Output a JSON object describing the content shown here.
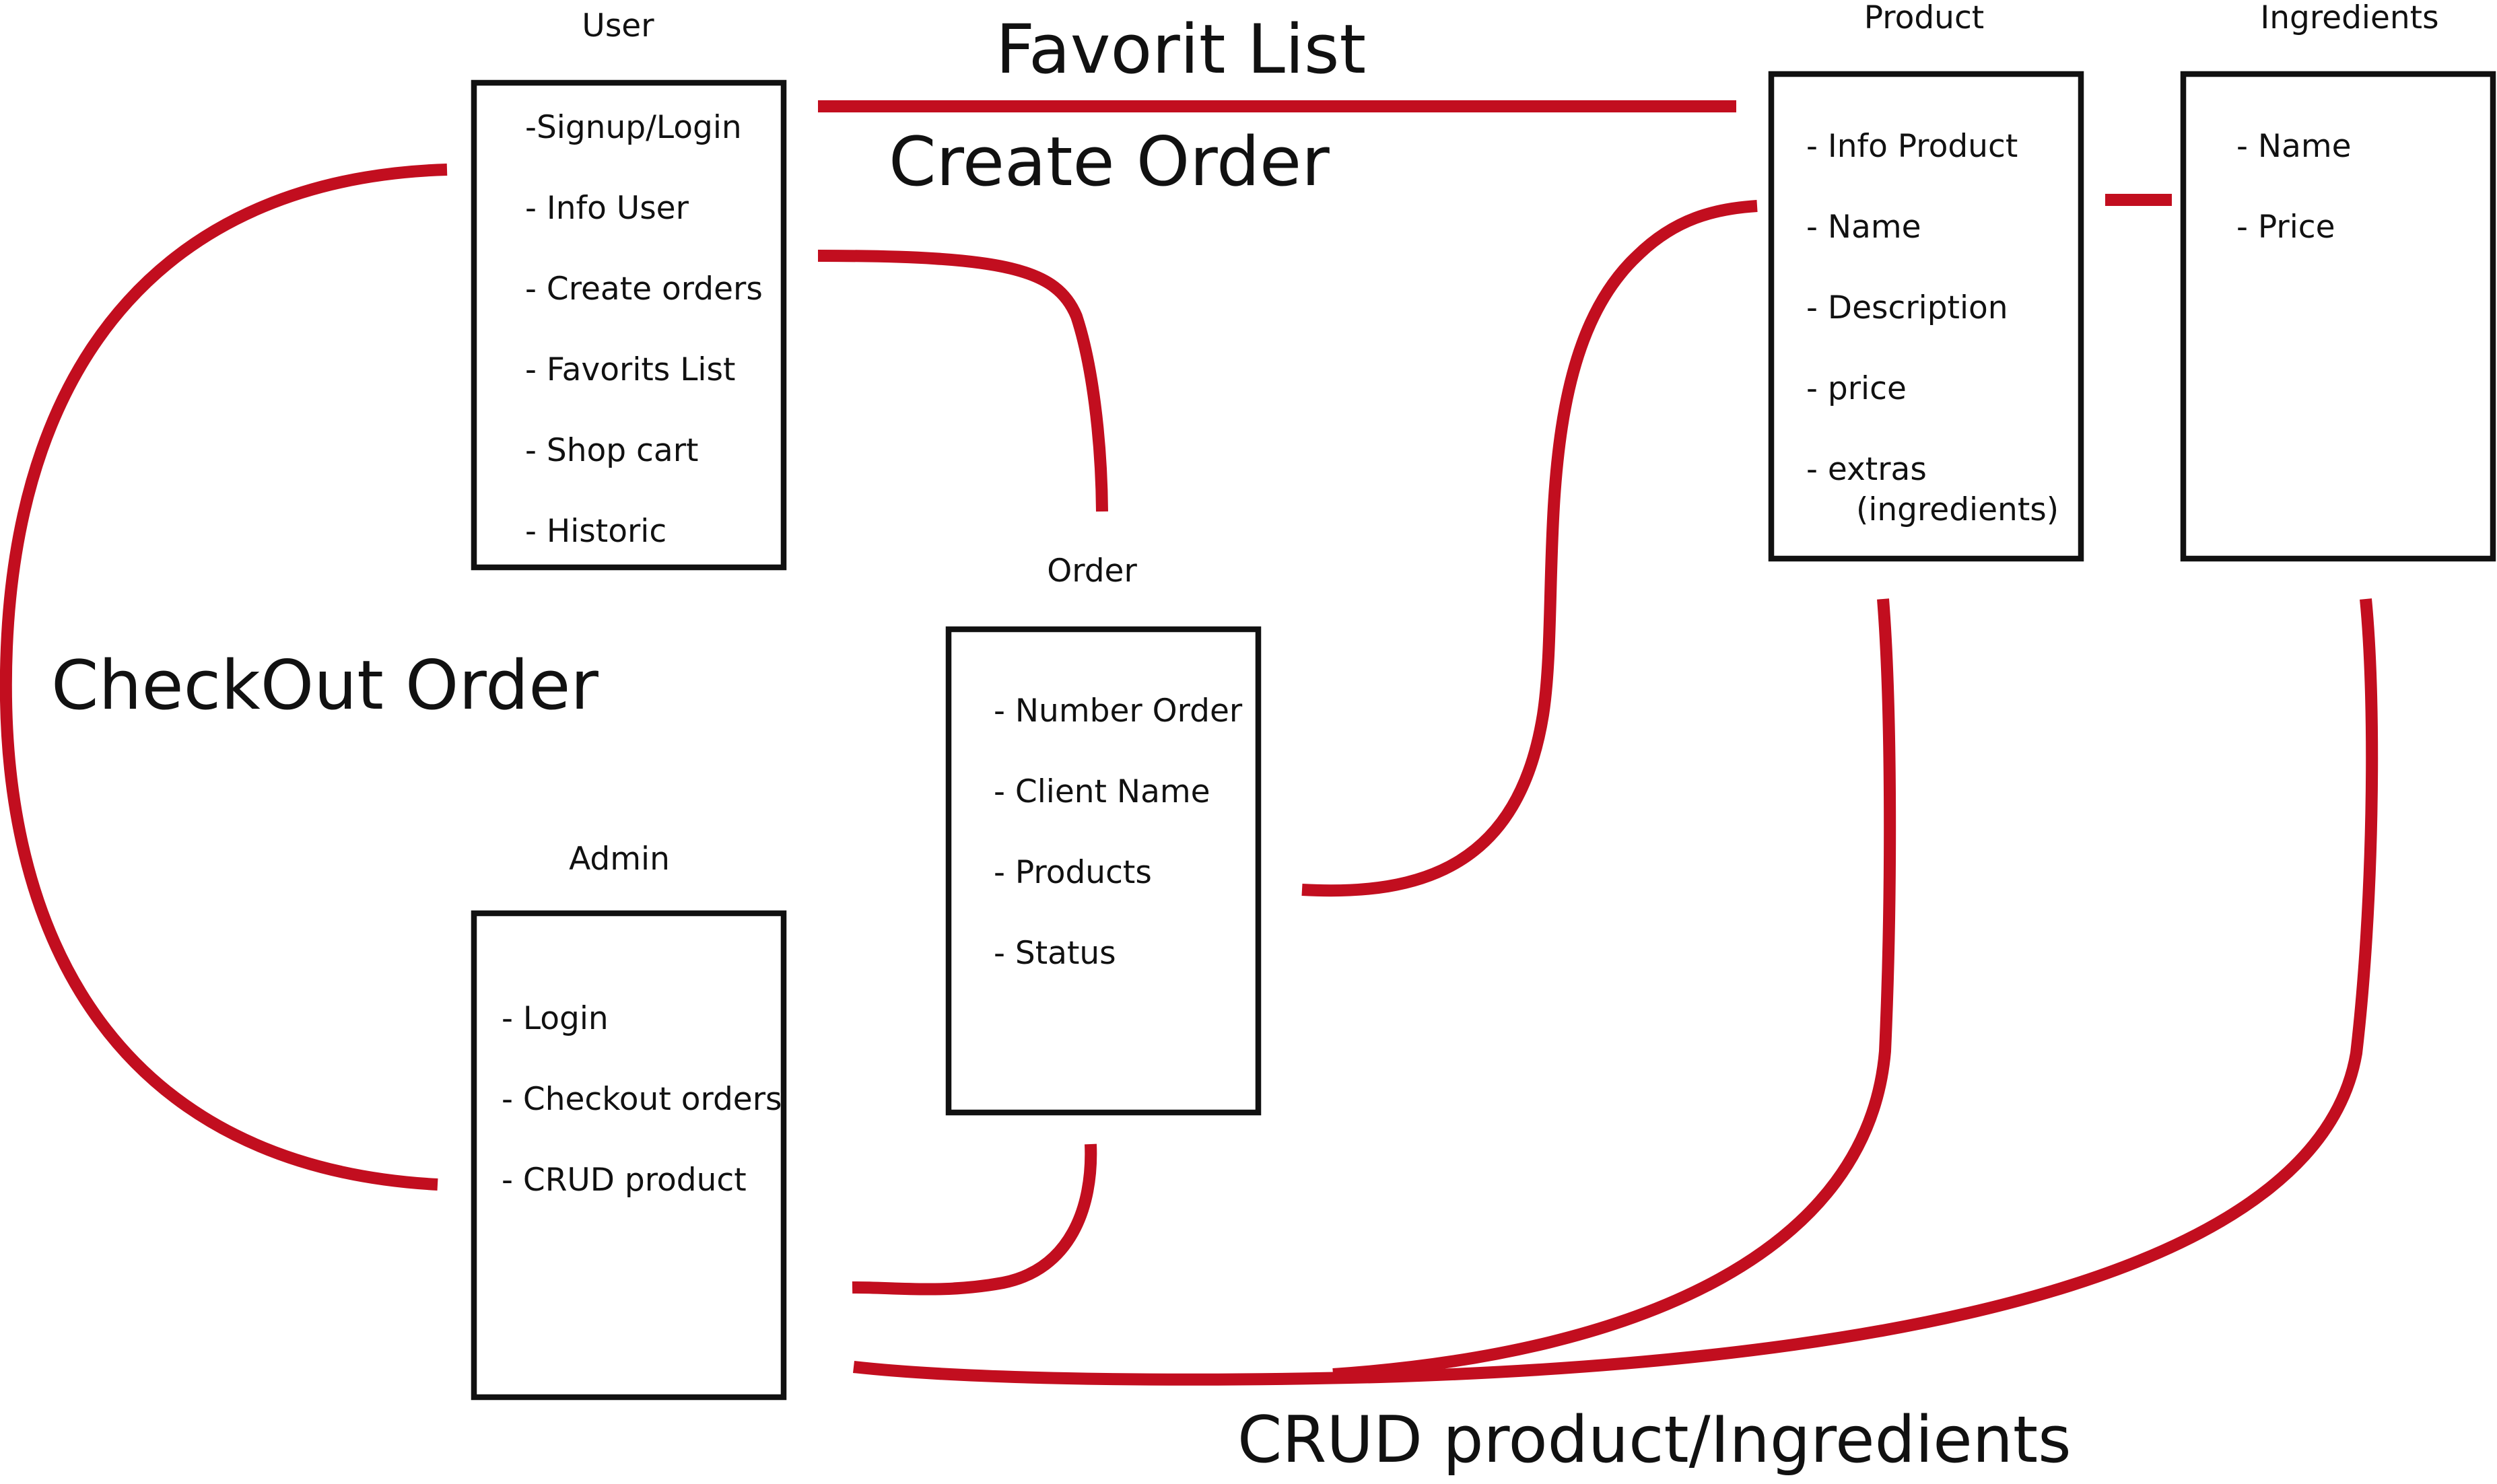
{
  "colors": {
    "background": "#ffffff",
    "box_border": "#111111",
    "connector": "#c20e1f",
    "text": "#111111"
  },
  "entities": {
    "user": {
      "title": "User",
      "items": [
        "-Signup/Login",
        "- Info User",
        "- Create orders",
        "- Favorits List",
        "- Shop cart",
        "- Historic"
      ]
    },
    "order": {
      "title": "Order",
      "items": [
        "- Number Order",
        "- Client Name",
        "- Products",
        "- Status"
      ]
    },
    "admin": {
      "title": "Admin",
      "items": [
        "- Login",
        "- Checkout orders",
        "- CRUD product"
      ]
    },
    "product": {
      "title": "Product",
      "items": [
        "- Info Product",
        "- Name",
        "- Description",
        "- price",
        "- extras",
        "(ingredients)"
      ]
    },
    "ingredients": {
      "title": "Ingredients",
      "items": [
        "- Name",
        "- Price"
      ]
    }
  },
  "relations": {
    "favorit_list": "Favorit List",
    "create_order": "Create Order",
    "checkout_order": "CheckOut Order",
    "crud_product_ingredients": "CRUD product/Ingredients"
  }
}
